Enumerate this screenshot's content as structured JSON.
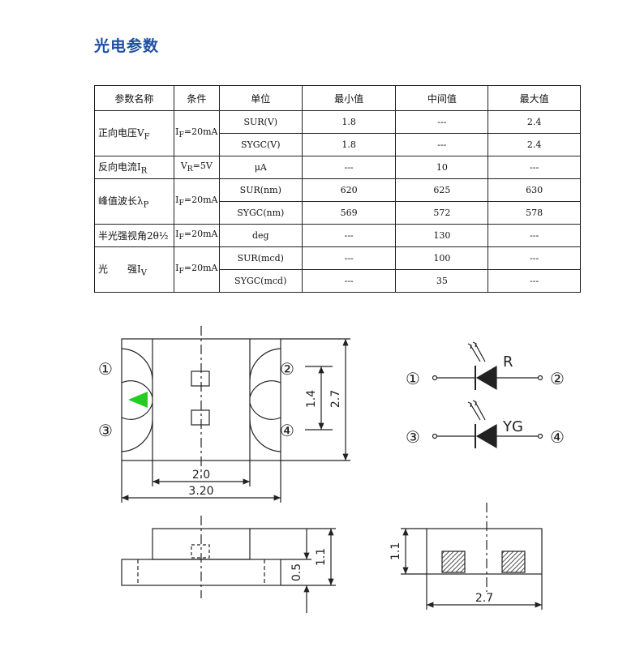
{
  "heading": "光电参数",
  "table": {
    "headers": [
      "参数名称",
      "条件",
      "单位",
      "最小值",
      "中间值",
      "最大值"
    ],
    "rows": [
      {
        "param": "正向电压V",
        "param_sub": "F",
        "cond": "I",
        "cond_sub": "F",
        "cond_rest": "=20mA",
        "subrows": [
          {
            "unit": "SUR(V)",
            "min": "1.8",
            "typ": "---",
            "max": "2.4"
          },
          {
            "unit": "SYGC(V)",
            "min": "1.8",
            "typ": "---",
            "max": "2.4"
          }
        ]
      },
      {
        "param": "反向电流I",
        "param_sub": "R",
        "cond": "V",
        "cond_sub": "R",
        "cond_rest": "=5V",
        "subrows": [
          {
            "unit": "μA",
            "min": "---",
            "typ": "10",
            "max": "---"
          }
        ]
      },
      {
        "param": "峰值波长λ",
        "param_sub": "P",
        "cond": "I",
        "cond_sub": "F",
        "cond_rest": "=20mA",
        "subrows": [
          {
            "unit": "SUR(nm)",
            "min": "620",
            "typ": "625",
            "max": "630"
          },
          {
            "unit": "SYGC(nm)",
            "min": "569",
            "typ": "572",
            "max": "578"
          }
        ]
      },
      {
        "param": "半光强视角2θ½",
        "param_sub": "",
        "cond": "I",
        "cond_sub": "F",
        "cond_rest": "=20mA",
        "subrows": [
          {
            "unit": "deg",
            "min": "---",
            "typ": "130",
            "max": "---"
          }
        ]
      },
      {
        "param": "光　　强I",
        "param_sub": "V",
        "cond": "I",
        "cond_sub": "F",
        "cond_rest": "=20mA",
        "subrows": [
          {
            "unit": "SUR(mcd)",
            "min": "---",
            "typ": "100",
            "max": "---"
          },
          {
            "unit": "SYGC(mcd)",
            "min": "---",
            "typ": "35",
            "max": "---"
          }
        ]
      }
    ]
  },
  "drawing": {
    "pins": [
      "①",
      "②",
      "③",
      "④"
    ],
    "dims": {
      "w_inner": "2.0",
      "w_outer": "3.20",
      "h_pad": "1.4",
      "h_total": "2.7",
      "side_h_total": "1.1",
      "side_h_base": "0.5",
      "end_h": "1.1",
      "end_w": "2.7"
    },
    "schematic_labels": {
      "top": "R",
      "bottom": "YG"
    },
    "colors": {
      "indicator": "#22cc22",
      "heading": "#1f4fa3"
    }
  }
}
